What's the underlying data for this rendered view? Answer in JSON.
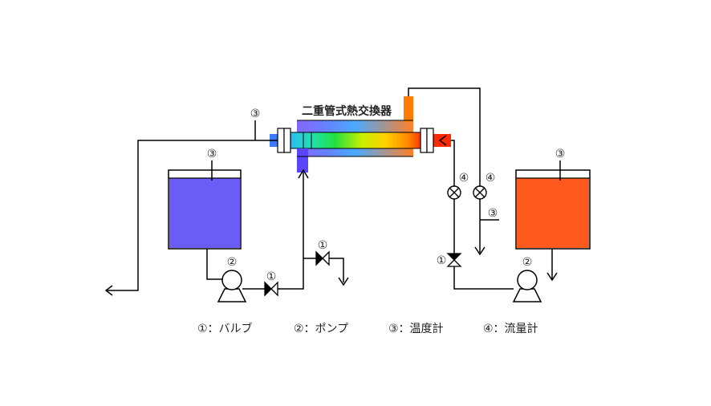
{
  "title": "二重管式熱交換器",
  "markers": {
    "valve": "①",
    "pump": "②",
    "thermometer": "③",
    "flowmeter": "④"
  },
  "legend": [
    {
      "text": "①：バルブ"
    },
    {
      "text": "②：ポンプ"
    },
    {
      "text": "③：温度計"
    },
    {
      "text": "④：流量計"
    }
  ],
  "colors": {
    "cold_tank": "#6b5cf6",
    "hot_tank": "#ff5a1e",
    "gradient_start": "#3a7bff",
    "gradient_end": "#ff2a00"
  }
}
